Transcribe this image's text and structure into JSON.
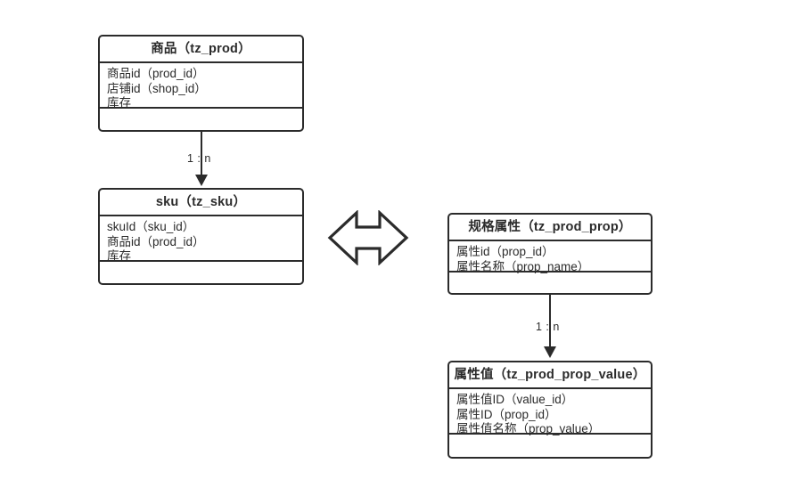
{
  "diagram": {
    "type": "er-diagram",
    "background_color": "#ffffff",
    "line_color": "#2b2b2b",
    "entities": [
      {
        "id": "tz_prod",
        "title_cjk": "商品",
        "title_latin": "（tz_prod）",
        "title_full": "商品（tz_prod）",
        "attributes": [
          "商品id（prod_id）",
          "店铺id（shop_id）",
          "库存"
        ]
      },
      {
        "id": "tz_sku",
        "title_cjk": "sku",
        "title_latin": "（tz_sku）",
        "title_full": "sku（tz_sku）",
        "attributes": [
          "skuId（sku_id）",
          "商品id（prod_id）",
          "库存"
        ]
      },
      {
        "id": "tz_prod_prop",
        "title_cjk": "规格属性",
        "title_latin": "（tz_prod_prop）",
        "title_full": "规格属性（tz_prod_prop）",
        "attributes": [
          "属性id（prop_id）",
          "属性名称（prop_name）"
        ]
      },
      {
        "id": "tz_prod_prop_value",
        "title_cjk": "属性值",
        "title_latin": "（tz_prod_prop_value）",
        "title_full": "属性值（tz_prod_prop_value）",
        "attributes": [
          "属性值ID（value_id）",
          "属性ID（prop_id）",
          "属性值名称（prop_value）"
        ]
      }
    ],
    "relations": [
      {
        "id": "prod-to-sku",
        "from": "tz_prod",
        "to": "tz_sku",
        "label": "1 : n"
      },
      {
        "id": "prop-to-prop-value",
        "from": "tz_prod_prop",
        "to": "tz_prod_prop_value",
        "label": "1 : n"
      }
    ],
    "shapes": [
      {
        "id": "left-right-arrow",
        "name": "double-headed-arrow",
        "icon": "left-right-arrow-icon"
      }
    ]
  }
}
